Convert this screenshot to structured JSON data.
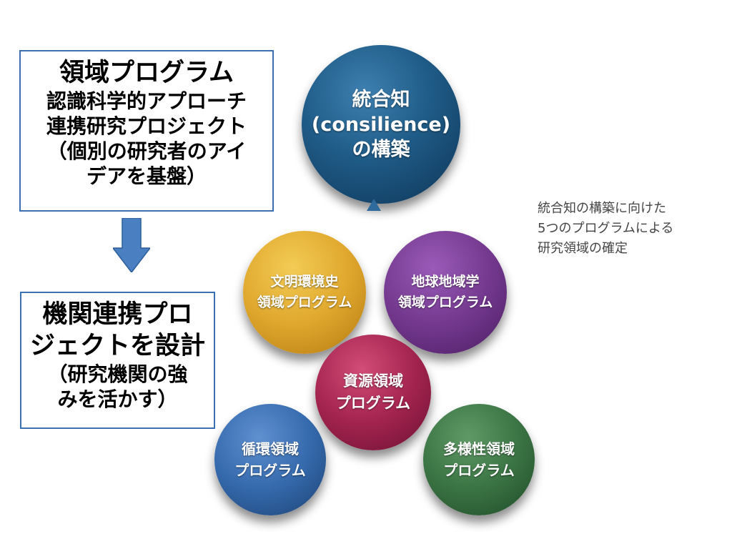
{
  "left_box_top": {
    "title": "領域プログラム",
    "line1": "認識科学的アプローチ",
    "line2": "連携研究プロジェクト",
    "line3": "（個別の研究者のアイ",
    "line4": "デアを基盤）"
  },
  "arrow": {
    "icon": "down-arrow-icon",
    "color": "#4a7fc1"
  },
  "left_box_bottom": {
    "line1": "機関連携プロ",
    "line2": "ジェクトを設計",
    "line3": "（研究機関の強",
    "line4": "みを活かす）"
  },
  "main_circle": {
    "line1": "統合知",
    "line2": "(consilience)",
    "line3": "の構築",
    "color": "#1f5b87"
  },
  "programs": {
    "bunmei": {
      "line1": "文明環境史",
      "line2": "領域プログラム",
      "color": "#e0a72d"
    },
    "chikyu": {
      "line1": "地球地域学",
      "line2": "領域プログラム",
      "color": "#74398f"
    },
    "shigen": {
      "line1": "資源領域",
      "line2": "プログラム",
      "color": "#a3244f"
    },
    "junkan": {
      "line1": "循環領域",
      "line2": "プログラム",
      "color": "#356aad"
    },
    "tayosei": {
      "line1": "多様性領域",
      "line2": "プログラム",
      "color": "#3b7444"
    }
  },
  "side_note": {
    "line1": "統合知の構築に向けた",
    "line2": "5つのプログラムによる",
    "line3": "研究領域の確定"
  }
}
